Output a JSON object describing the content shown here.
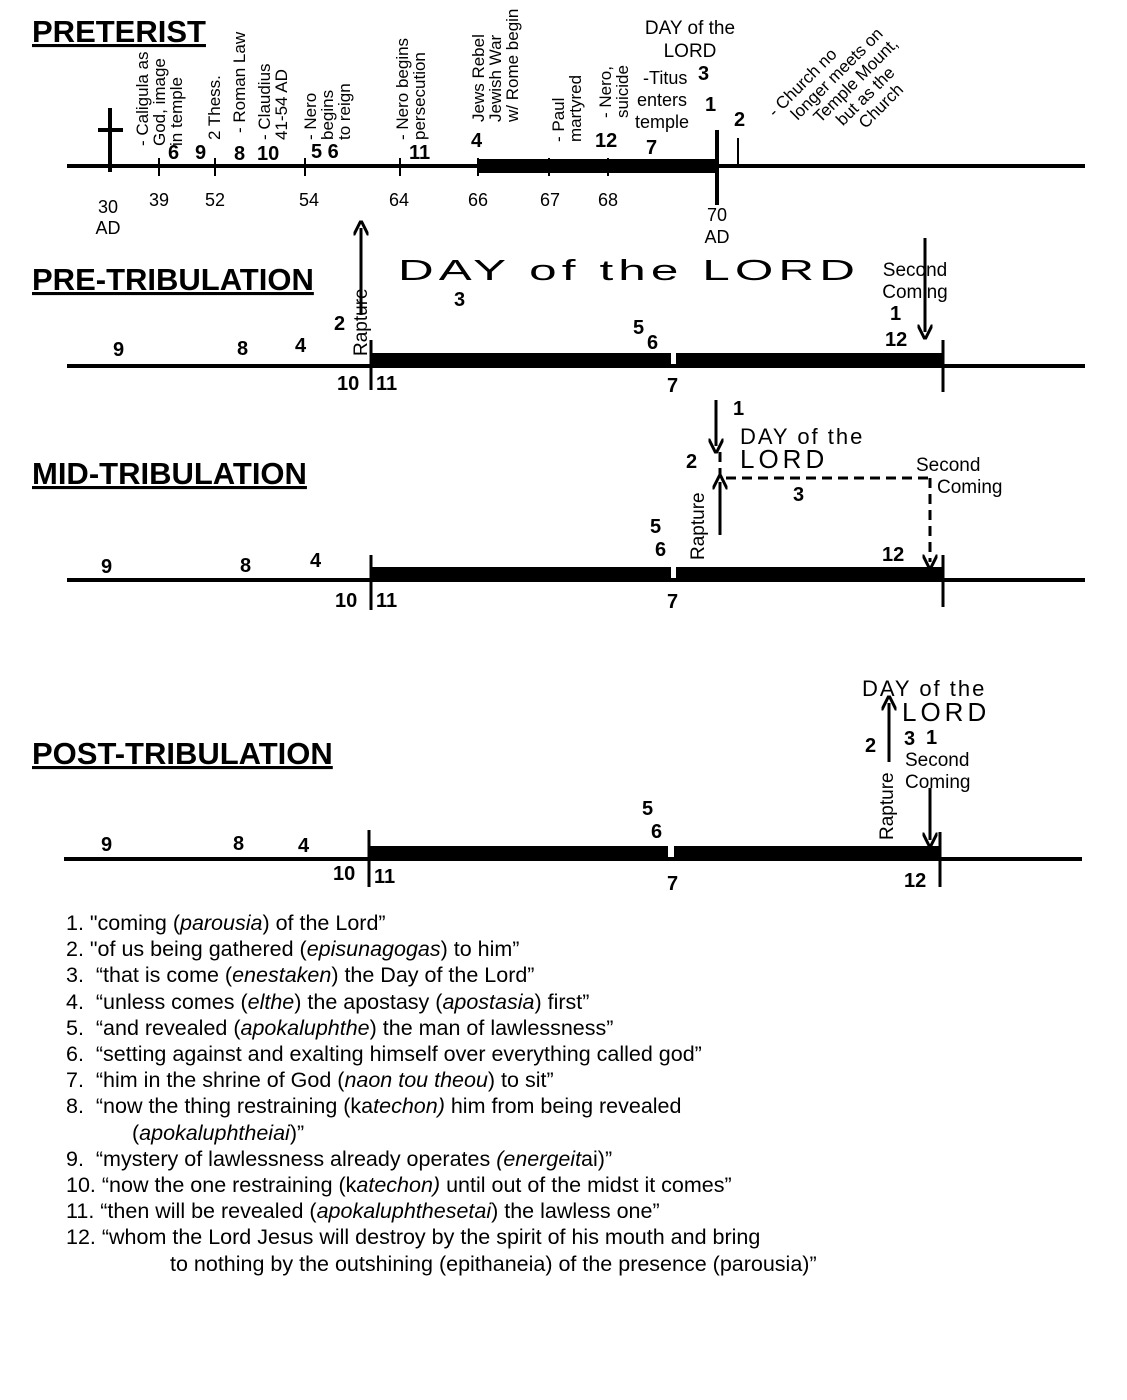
{
  "colors": {
    "ink": "#000000",
    "paper": "#ffffff"
  },
  "preterist": {
    "title": "PRETERIST",
    "events": [
      {
        "label": [
          "- Caligula as",
          "God, image",
          "in temple"
        ],
        "num": "6"
      },
      {
        "label": [
          "2 Thess."
        ],
        "num": "9"
      },
      {
        "label": [
          "- Roman Law"
        ],
        "num": "8"
      },
      {
        "label": [
          "- Claudius",
          "41-54 AD"
        ],
        "num": "10"
      },
      {
        "label": [
          "- Nero",
          "begins",
          "to reign"
        ],
        "num": "5 6"
      },
      {
        "label": [
          "- Nero begins",
          "persecution"
        ],
        "num": "11"
      },
      {
        "label": [
          "Jews Rebel",
          "Jewish War",
          "w/ Rome begin"
        ],
        "num": "4"
      },
      {
        "label": [
          "- Paul",
          "martyred"
        ],
        "num": ""
      },
      {
        "label": [
          "- Nero,",
          "suicide"
        ],
        "num": "12"
      },
      {
        "label": [
          "- Church no",
          "longer meets on",
          "Temple Mount,",
          "but as the",
          "Church"
        ],
        "num": "2"
      }
    ],
    "day_of_lord": [
      "DAY of the",
      "LORD"
    ],
    "titus": [
      "-Titus",
      "enters",
      "temple"
    ],
    "nums": {
      "three": "3",
      "one": "1",
      "seven": "7"
    },
    "years": [
      {
        "year": "30",
        "sub": "AD"
      },
      {
        "year": "39"
      },
      {
        "year": "52"
      },
      {
        "year": "54"
      },
      {
        "year": "64"
      },
      {
        "year": "66"
      },
      {
        "year": "67"
      },
      {
        "year": "68"
      },
      {
        "year": "70",
        "sub": "AD"
      }
    ]
  },
  "pre_trib": {
    "title": "PRE-TRIBULATION",
    "day_of_lord": "DAY of the LORD",
    "rapture": "Rapture",
    "second_coming": [
      "Second",
      "Coming"
    ],
    "nums": {
      "n9": "9",
      "n8": "8",
      "n4": "4",
      "n2": "2",
      "n3": "3",
      "n5": "5",
      "n6": "6",
      "n1": "1",
      "n12": "12",
      "n10": "10",
      "n11": "11",
      "n7": "7"
    }
  },
  "mid_trib": {
    "title": "MID-TRIBULATION",
    "day_of_lord": [
      "DAY of the",
      "LORD"
    ],
    "rapture": "Rapture",
    "second_coming": [
      "Second",
      "Coming"
    ],
    "nums": {
      "n9": "9",
      "n8": "8",
      "n4": "4",
      "n1": "1",
      "n2": "2",
      "n3": "3",
      "n5": "5",
      "n6": "6",
      "n12": "12",
      "n10": "10",
      "n11": "11",
      "n7": "7"
    }
  },
  "post_trib": {
    "title": "POST-TRIBULATION",
    "day_of_lord": [
      "DAY of the",
      "LORD"
    ],
    "rapture": "Rapture",
    "second_coming": [
      "Second",
      "Coming"
    ],
    "nums": {
      "n9": "9",
      "n8": "8",
      "n4": "4",
      "n5": "5",
      "n6": "6",
      "n2": "2",
      "n3": "3",
      "n1": "1",
      "n10": "10",
      "n11": "11",
      "n7": "7",
      "n12": "12"
    }
  },
  "notes": [
    {
      "n": "1.",
      "parts": [
        {
          "t": " \"coming ("
        },
        {
          "t": "parousia",
          "i": true
        },
        {
          "t": ") of the Lord”"
        }
      ]
    },
    {
      "n": "2.",
      "parts": [
        {
          "t": " \"of us being gathered ("
        },
        {
          "t": "episunagogas",
          "i": true
        },
        {
          "t": ") to him”"
        }
      ]
    },
    {
      "n": "3.",
      "parts": [
        {
          "t": "  “that is come ("
        },
        {
          "t": "enestaken",
          "i": true
        },
        {
          "t": ") the Day of the Lord”"
        }
      ]
    },
    {
      "n": "4.",
      "parts": [
        {
          "t": "  “unless comes ("
        },
        {
          "t": "elthe",
          "i": true
        },
        {
          "t": ") the apostasy ("
        },
        {
          "t": "apostasia",
          "i": true
        },
        {
          "t": ") first”"
        }
      ]
    },
    {
      "n": "5.",
      "parts": [
        {
          "t": "  “and revealed ("
        },
        {
          "t": "apokaluphthe",
          "i": true
        },
        {
          "t": ") the man of lawlessness”"
        }
      ]
    },
    {
      "n": "6.",
      "parts": [
        {
          "t": "  “setting against and exalting himself over everything called god”"
        }
      ]
    },
    {
      "n": "7.",
      "parts": [
        {
          "t": "  “him in the shrine of God ("
        },
        {
          "t": "naon tou theou",
          "i": true
        },
        {
          "t": ") to sit”"
        }
      ]
    },
    {
      "n": "8.",
      "parts": [
        {
          "t": "  “now the thing restraining (ka"
        },
        {
          "t": "techon)",
          "i": true
        },
        {
          "t": " him from being revealed"
        }
      ]
    },
    {
      "n": "",
      "cont": "cont1",
      "parts": [
        {
          "t": "("
        },
        {
          "t": "apokaluphtheiai",
          "i": true
        },
        {
          "t": ")”"
        }
      ]
    },
    {
      "n": "9.",
      "parts": [
        {
          "t": "  “mystery of lawlessness already operates "
        },
        {
          "t": "(energeit",
          "i": true
        },
        {
          "t": "ai)”"
        }
      ]
    },
    {
      "n": "10.",
      "parts": [
        {
          "t": " “now the one restraining (k"
        },
        {
          "t": "atechon)",
          "i": true
        },
        {
          "t": " until out of the midst it comes”"
        }
      ]
    },
    {
      "n": "11.",
      "parts": [
        {
          "t": " “then will be revealed ("
        },
        {
          "t": "apokaluphthesetai",
          "i": true
        },
        {
          "t": ") the lawless one”"
        }
      ]
    },
    {
      "n": "12.",
      "parts": [
        {
          "t": " “whom the Lord Jesus will destroy by the spirit of his mouth and bring"
        }
      ]
    },
    {
      "n": "",
      "cont": "cont12",
      "parts": [
        {
          "t": "to nothing by the outshining (epithaneia) of the presence (parousia)”"
        }
      ]
    }
  ]
}
